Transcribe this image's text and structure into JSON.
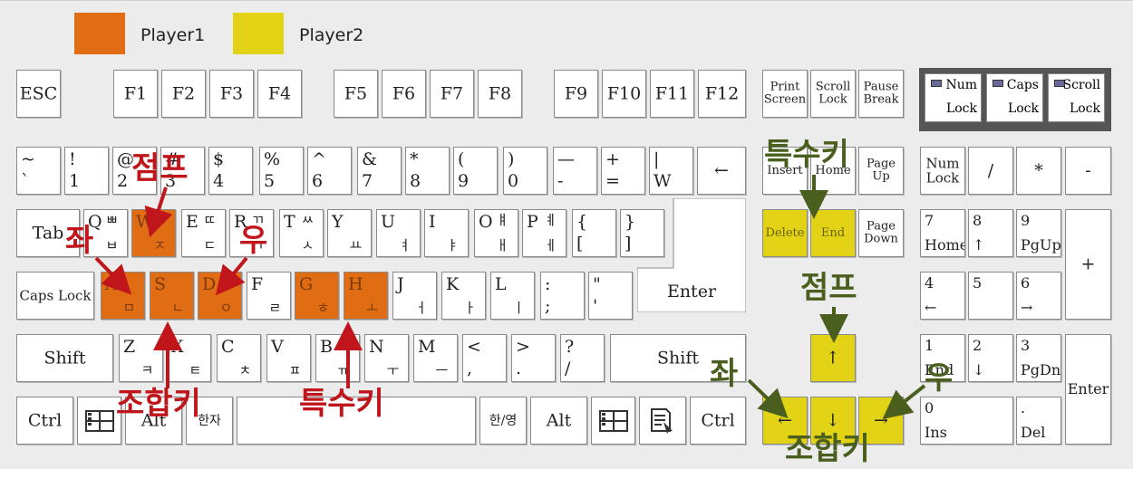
{
  "legend": [
    {
      "label": "Player1",
      "color": "#e06c14"
    },
    {
      "label": "Player2",
      "color": "#e2d317"
    }
  ],
  "colors": {
    "player1": "#e06c14",
    "player2": "#e2d317",
    "arrow_red": "#c0151a",
    "arrow_green": "#4a5e1e"
  },
  "keys": {
    "esc": "ESC",
    "f1": "F1",
    "f2": "F2",
    "f3": "F3",
    "f4": "F4",
    "f5": "F5",
    "f6": "F6",
    "f7": "F7",
    "f8": "F8",
    "f9": "F9",
    "f10": "F10",
    "f11": "F11",
    "f12": "F12",
    "print": "Print\nScreen",
    "scroll": "Scroll\nLock",
    "pause": "Pause\nBreak",
    "tilde": {
      "top": "~",
      "bot": "`"
    },
    "n1": {
      "top": "!",
      "bot": "1"
    },
    "n2": {
      "top": "@",
      "bot": "2"
    },
    "n3": {
      "top": "#",
      "bot": "3"
    },
    "n4": {
      "top": "$",
      "bot": "4"
    },
    "n5": {
      "top": "%",
      "bot": "5"
    },
    "n6": {
      "top": "^",
      "bot": "6"
    },
    "n7": {
      "top": "&",
      "bot": "7"
    },
    "n8": {
      "top": "*",
      "bot": "8"
    },
    "n9": {
      "top": "(",
      "bot": "9"
    },
    "n0": {
      "top": ")",
      "bot": "0"
    },
    "minus": {
      "top": "—",
      "bot": "-"
    },
    "plus": {
      "top": "+",
      "bot": "="
    },
    "won": {
      "top": "|",
      "bot": "W"
    },
    "backspace": "←",
    "tab": "Tab",
    "q": {
      "en": "Q",
      "ko": "ㅂ",
      "ko2": "ㅃ"
    },
    "w": {
      "en": "W",
      "ko": "ㅈ",
      "ko2": "ㅉ"
    },
    "e": {
      "en": "E",
      "ko": "ㄷ",
      "ko2": "ㄸ"
    },
    "r": {
      "en": "R",
      "ko": "ㄱ",
      "ko2": "ㄲ"
    },
    "t": {
      "en": "T",
      "ko": "ㅅ",
      "ko2": "ㅆ"
    },
    "y": {
      "en": "Y",
      "ko": "ㅛ"
    },
    "u": {
      "en": "U",
      "ko": "ㅕ"
    },
    "i": {
      "en": "I",
      "ko": "ㅑ"
    },
    "o": {
      "en": "O",
      "ko": "ㅐ",
      "ko2": "ㅒ"
    },
    "p": {
      "en": "P",
      "ko": "ㅔ",
      "ko2": "ㅖ"
    },
    "lbrace": {
      "top": "{",
      "bot": "["
    },
    "rbrace": {
      "top": "}",
      "bot": "]"
    },
    "caps": "Caps Lock",
    "a": {
      "en": "A",
      "ko": "ㅁ"
    },
    "s": {
      "en": "S",
      "ko": "ㄴ"
    },
    "d": {
      "en": "D",
      "ko": "ㅇ"
    },
    "f": {
      "en": "F",
      "ko": "ㄹ"
    },
    "g": {
      "en": "G",
      "ko": "ㅎ"
    },
    "h": {
      "en": "H",
      "ko": "ㅗ"
    },
    "j": {
      "en": "J",
      "ko": "ㅓ"
    },
    "k": {
      "en": "K",
      "ko": "ㅏ"
    },
    "l": {
      "en": "L",
      "ko": "ㅣ"
    },
    "semi": {
      "top": ":",
      "bot": ";"
    },
    "quote": {
      "top": "\"",
      "bot": "'"
    },
    "enter": "Enter",
    "shift_l": "Shift",
    "z": {
      "en": "Z",
      "ko": "ㅋ"
    },
    "x": {
      "en": "X",
      "ko": "ㅌ"
    },
    "c": {
      "en": "C",
      "ko": "ㅊ"
    },
    "v": {
      "en": "V",
      "ko": "ㅍ"
    },
    "b": {
      "en": "B",
      "ko": "ㅠ"
    },
    "n": {
      "en": "N",
      "ko": "ㅜ"
    },
    "m": {
      "en": "M",
      "ko": "ㅡ"
    },
    "comma": {
      "top": "<",
      "bot": ","
    },
    "period": {
      "top": ">",
      "bot": "."
    },
    "slash": {
      "top": "?",
      "bot": "/"
    },
    "shift_r": "Shift",
    "ctrl_l": "Ctrl",
    "alt_l": "Alt",
    "hanja": "한자",
    "hanyoung": "한/영",
    "alt_r": "Alt",
    "ctrl_r": "Ctrl",
    "insert": "Insert",
    "home": "Home",
    "pageup": "Page\nUp",
    "delete": "Delete",
    "end": "End",
    "pagedown": "Page\nDown",
    "up": "↑",
    "left": "←",
    "down": "↓",
    "right": "→",
    "numlock": "Num\nLock",
    "np_slash": "/",
    "np_star": "*",
    "np_minus": "-",
    "np7": {
      "top": "7",
      "bot": "Home"
    },
    "np8": {
      "top": "8",
      "bot": "↑"
    },
    "np9": {
      "top": "9",
      "bot": "PgUp"
    },
    "np_plus": "+",
    "np4": {
      "top": "4",
      "bot": "←"
    },
    "np5": {
      "top": "5",
      "bot": ""
    },
    "np6": {
      "top": "6",
      "bot": "→"
    },
    "np1": {
      "top": "1",
      "bot": "End"
    },
    "np2": {
      "top": "2",
      "bot": "↓"
    },
    "np3": {
      "top": "3",
      "bot": "PgDn"
    },
    "np_enter": "Enter",
    "np0": {
      "top": "0",
      "bot": "Ins"
    },
    "np_dot": {
      "top": ".",
      "bot": "Del"
    }
  },
  "locks": [
    {
      "line1": "Num",
      "line2": "Lock"
    },
    {
      "line1": "Caps",
      "line2": "Lock"
    },
    {
      "line1": "Scroll",
      "line2": "Lock"
    }
  ],
  "annotations": {
    "p1_jump": "점프",
    "p1_left": "좌",
    "p1_right": "우",
    "p1_combo": "조합키",
    "p1_special": "특수키",
    "p2_special": "특수키",
    "p2_jump": "점프",
    "p2_left": "좌",
    "p2_right": "우",
    "p2_combo": "조합키"
  }
}
